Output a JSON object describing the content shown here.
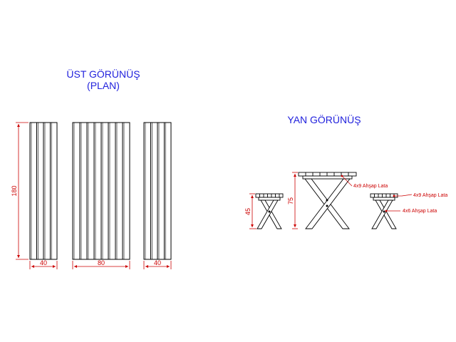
{
  "top_view": {
    "title_line1": "ÜST GÖRÜNÜŞ",
    "title_line2": "(PLAN)",
    "dim_height": "180",
    "dim_left_width": "40",
    "dim_mid_width": "80",
    "dim_right_width": "40"
  },
  "side_view": {
    "title": "YAN GÖRÜNÜŞ",
    "dim_bench_height": "45",
    "dim_table_height": "75",
    "note_table_top": "4x9 Ahşap Lata",
    "note_bench_top": "4x9 Ahşap Lata",
    "note_bench_leg": "4x6 Ahşap Lata"
  },
  "colors": {
    "line": "#000000",
    "dimension": "#cc0000",
    "title": "#2222dd"
  }
}
